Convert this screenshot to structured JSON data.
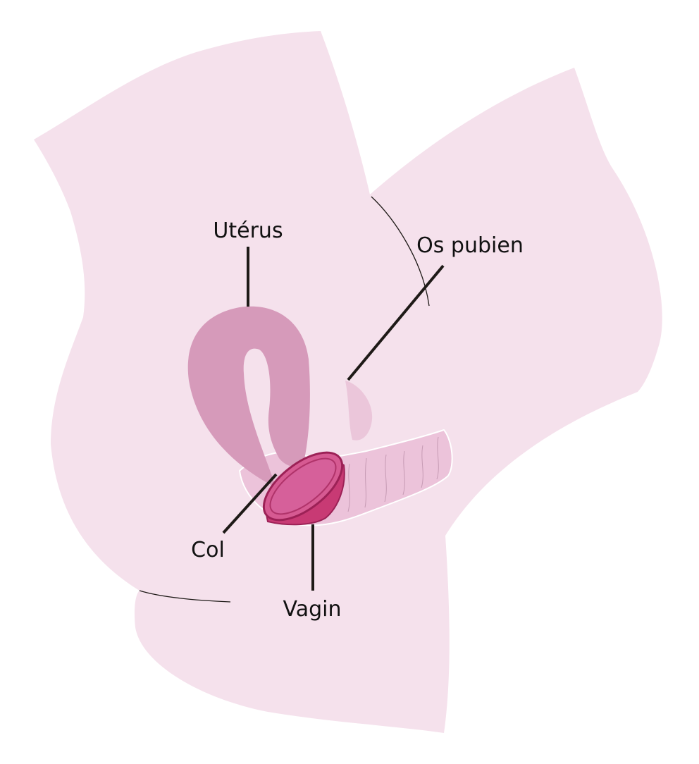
{
  "labels": {
    "uterus": "Utérus",
    "pubic_bone": "Os pubien",
    "cervix": "Col",
    "vagina": "Vagin"
  },
  "colors": {
    "background": "#ffffff",
    "body": "#f5e1ec",
    "uterus": "#d69aba",
    "vagina": "#ecc3da",
    "pubic_bone": "#ebc6da",
    "cup": "#c83a74",
    "cup_inner": "#d65a92",
    "cup_outline": "#9c2156",
    "leader_line": "#1e1a17"
  },
  "icons": {
    "cup": "menstrual-cup-icon"
  }
}
